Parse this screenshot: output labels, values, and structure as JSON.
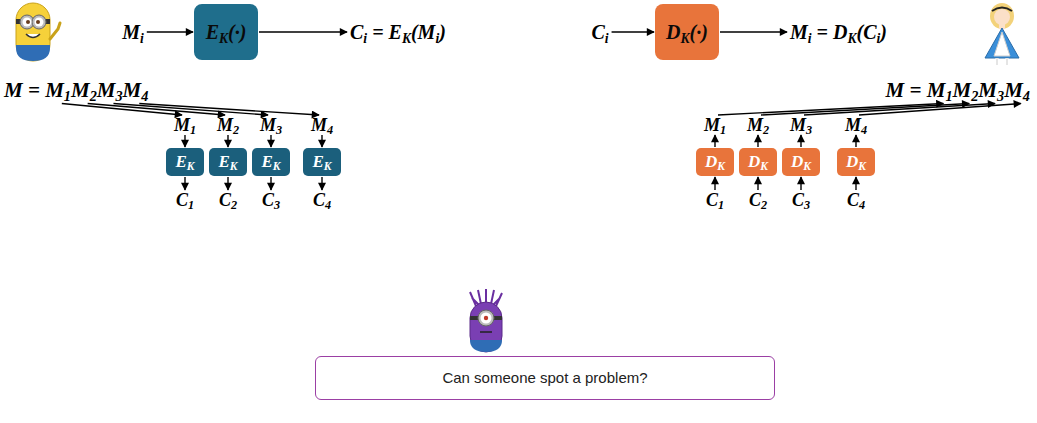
{
  "diagram": {
    "nodes": [
      {
        "text": [
          "EK(·)"
        ]
      },
      {
        "text": [
          "DK(·)"
        ]
      },
      {
        "text": [
          "EK"
        ]
      },
      {
        "text": [
          "EK"
        ]
      },
      {
        "text": [
          "EK"
        ]
      },
      {
        "text": [
          "EK"
        ]
      },
      {
        "text": [
          "DK"
        ]
      },
      {
        "text": [
          "DK"
        ]
      },
      {
        "text": [
          "DK"
        ]
      },
      {
        "text": [
          "DK"
        ]
      },
      {
        "text": [
          "Can someone spot a problem?"
        ]
      }
    ],
    "labels": [
      "Mi",
      "Ci = EK(Mi)",
      "Ci",
      "Mi = DK(Ci)",
      "M = M1M2M3M4",
      "M = M1M2M3M4",
      "M1",
      "M2",
      "M3",
      "M4",
      "M1",
      "M2",
      "M3",
      "M4",
      "C1",
      "C2",
      "C3",
      "C4",
      "C1",
      "C2",
      "C3",
      "C4"
    ]
  }
}
